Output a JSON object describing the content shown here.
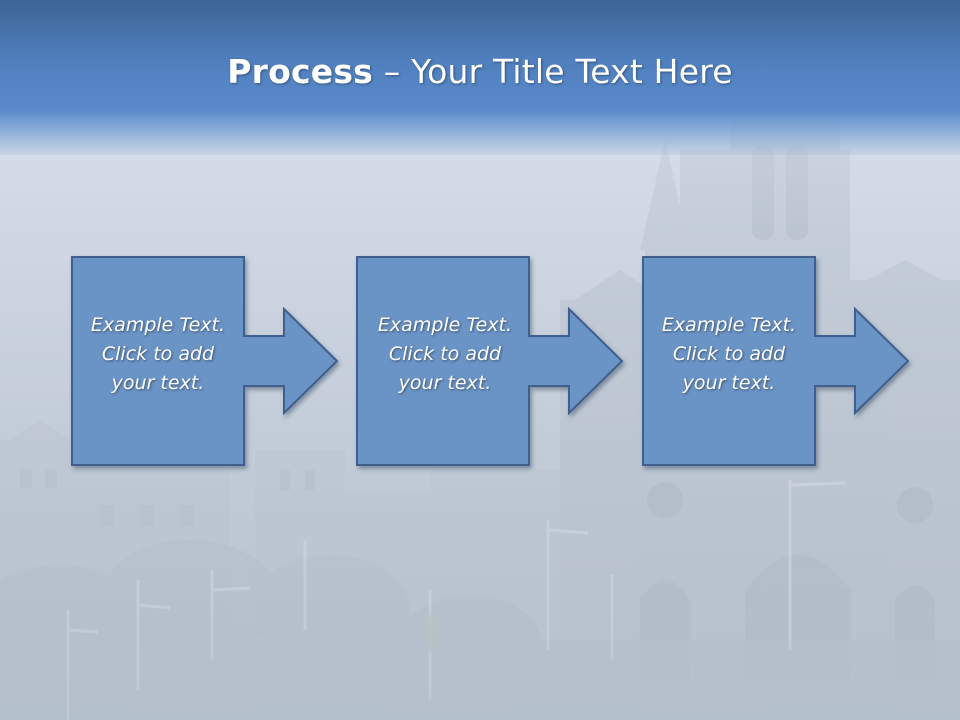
{
  "slide": {
    "title_bold": "Process",
    "title_rest": " – Your Title Text Here"
  },
  "steps": [
    {
      "line1": "Example Text.",
      "line2": "Click  to add",
      "line3": "your text."
    },
    {
      "line1": "Example Text.",
      "line2": "Click  to add",
      "line3": "your text."
    },
    {
      "line1": "Example Text.",
      "line2": "Click  to add",
      "line3": "your text."
    }
  ],
  "colors": {
    "title_bar": "#4f7fbd",
    "box_fill": "#6b93c6",
    "box_border": "#3f5f8c",
    "text": "#ffffff"
  },
  "background": {
    "subject": "cathedral-and-town-photo"
  }
}
